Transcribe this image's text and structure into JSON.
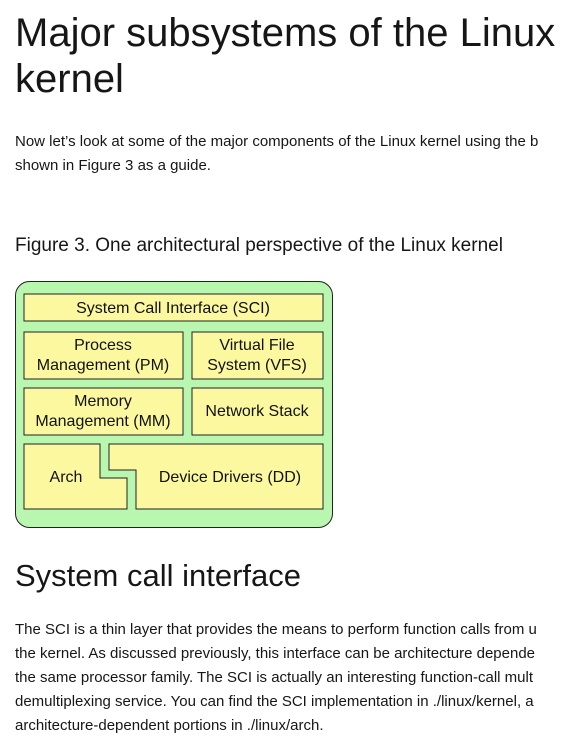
{
  "title": {
    "line1": "Major subsystems of the Linux",
    "line2": "kernel"
  },
  "intro": {
    "line1": "Now let’s look at some of the major components of the Linux kernel using the b",
    "line2": "shown in Figure 3 as a guide."
  },
  "figure": {
    "caption": "Figure 3. One architectural perspective of the Linux kernel",
    "boxes": {
      "sci": "System Call Interface (SCI)",
      "pm_line1": "Process",
      "pm_line2": "Management (PM)",
      "vfs_line1": "Virtual File",
      "vfs_line2": "System (VFS)",
      "mm_line1": "Memory",
      "mm_line2": "Management (MM)",
      "net": "Network Stack",
      "arch": "Arch",
      "dd": "Device Drivers (DD)"
    },
    "colors": {
      "outer_fill": "#b9f6b0",
      "box_fill": "#fbf8a0",
      "stroke": "#222222"
    }
  },
  "section": {
    "heading": "System call interface",
    "line1": "The SCI is a thin layer that provides the means to perform function calls from u",
    "line2": "the kernel. As discussed previously, this interface can be architecture depende",
    "line3": "the same processor family. The SCI is actually an interesting function-call mult",
    "line4": "demultiplexing service. You can find the SCI implementation in ./linux/kernel, a",
    "line5": "architecture-dependent portions in ./linux/arch."
  }
}
